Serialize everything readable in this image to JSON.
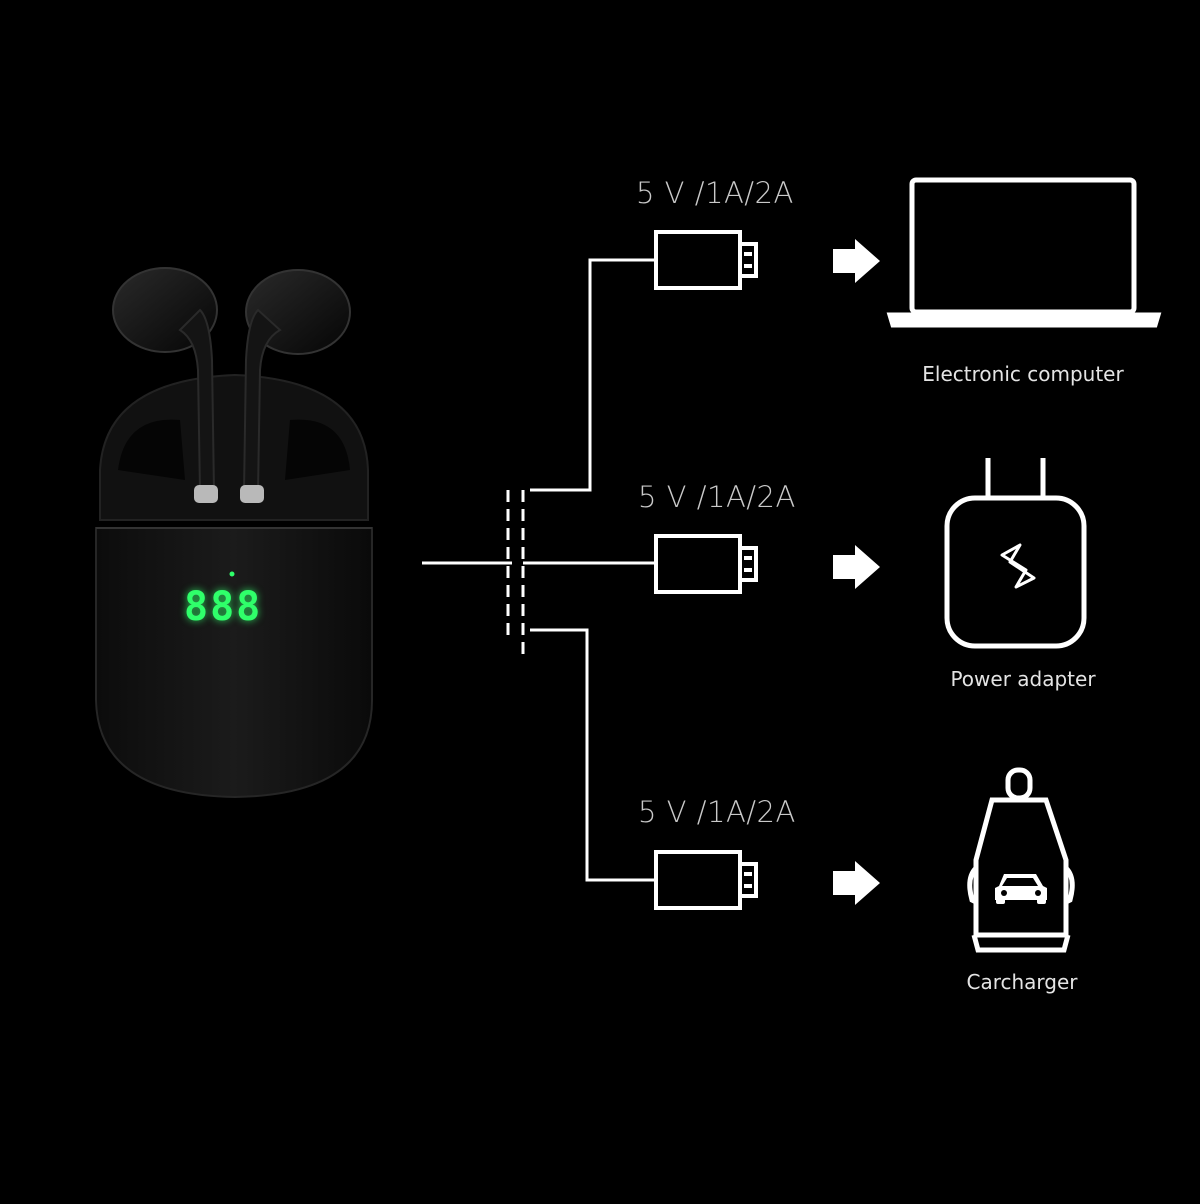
{
  "colors": {
    "background": "#000000",
    "line": "#ffffff",
    "led": "#2fff6a"
  },
  "case": {
    "display": "888"
  },
  "outputs": [
    {
      "voltage": "5 V /1A/2A",
      "device": "Electronic computer",
      "icon": "laptop-icon"
    },
    {
      "voltage": "5 V /1A/2A",
      "device": "Power adapter",
      "icon": "wall-charger-icon"
    },
    {
      "voltage": "5 V /1A/2A",
      "device": "Carcharger",
      "icon": "car-charger-icon"
    }
  ]
}
